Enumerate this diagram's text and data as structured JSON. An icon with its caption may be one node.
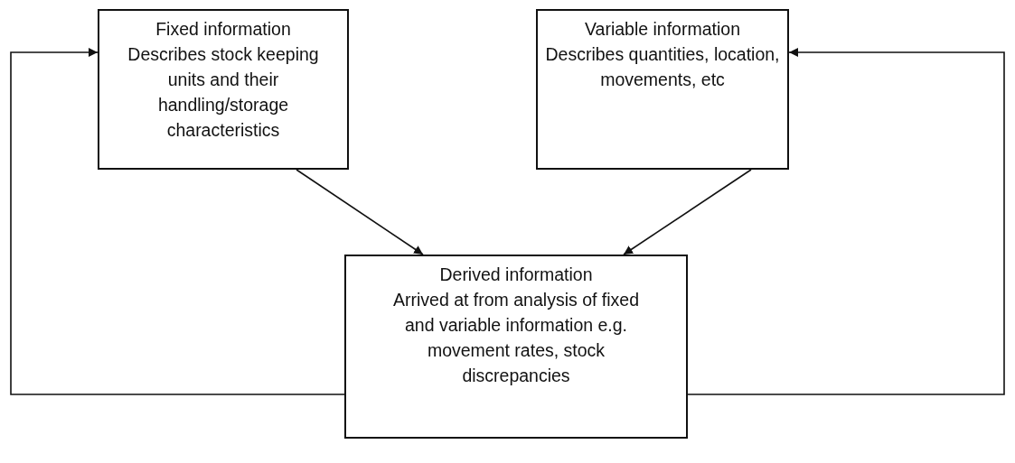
{
  "diagram": {
    "nodes": [
      {
        "text": [
          "Fixed information",
          "Describes stock keeping units and their handling/storage characteristics"
        ]
      },
      {
        "text": [
          "Variable information",
          "Describes quantities, location, movements, etc"
        ]
      },
      {
        "text": [
          "Derived information",
          "Arrived at from analysis of fixed and variable information e.g. movement rates, stock discrepancies"
        ]
      }
    ],
    "edges": [
      {
        "from": 0,
        "to": 2,
        "arrow": "to"
      },
      {
        "from": 1,
        "to": 2,
        "arrow": "to"
      },
      {
        "from": 2,
        "to": 0,
        "arrow": "to"
      },
      {
        "from": 2,
        "to": 1,
        "arrow": "to"
      }
    ]
  }
}
